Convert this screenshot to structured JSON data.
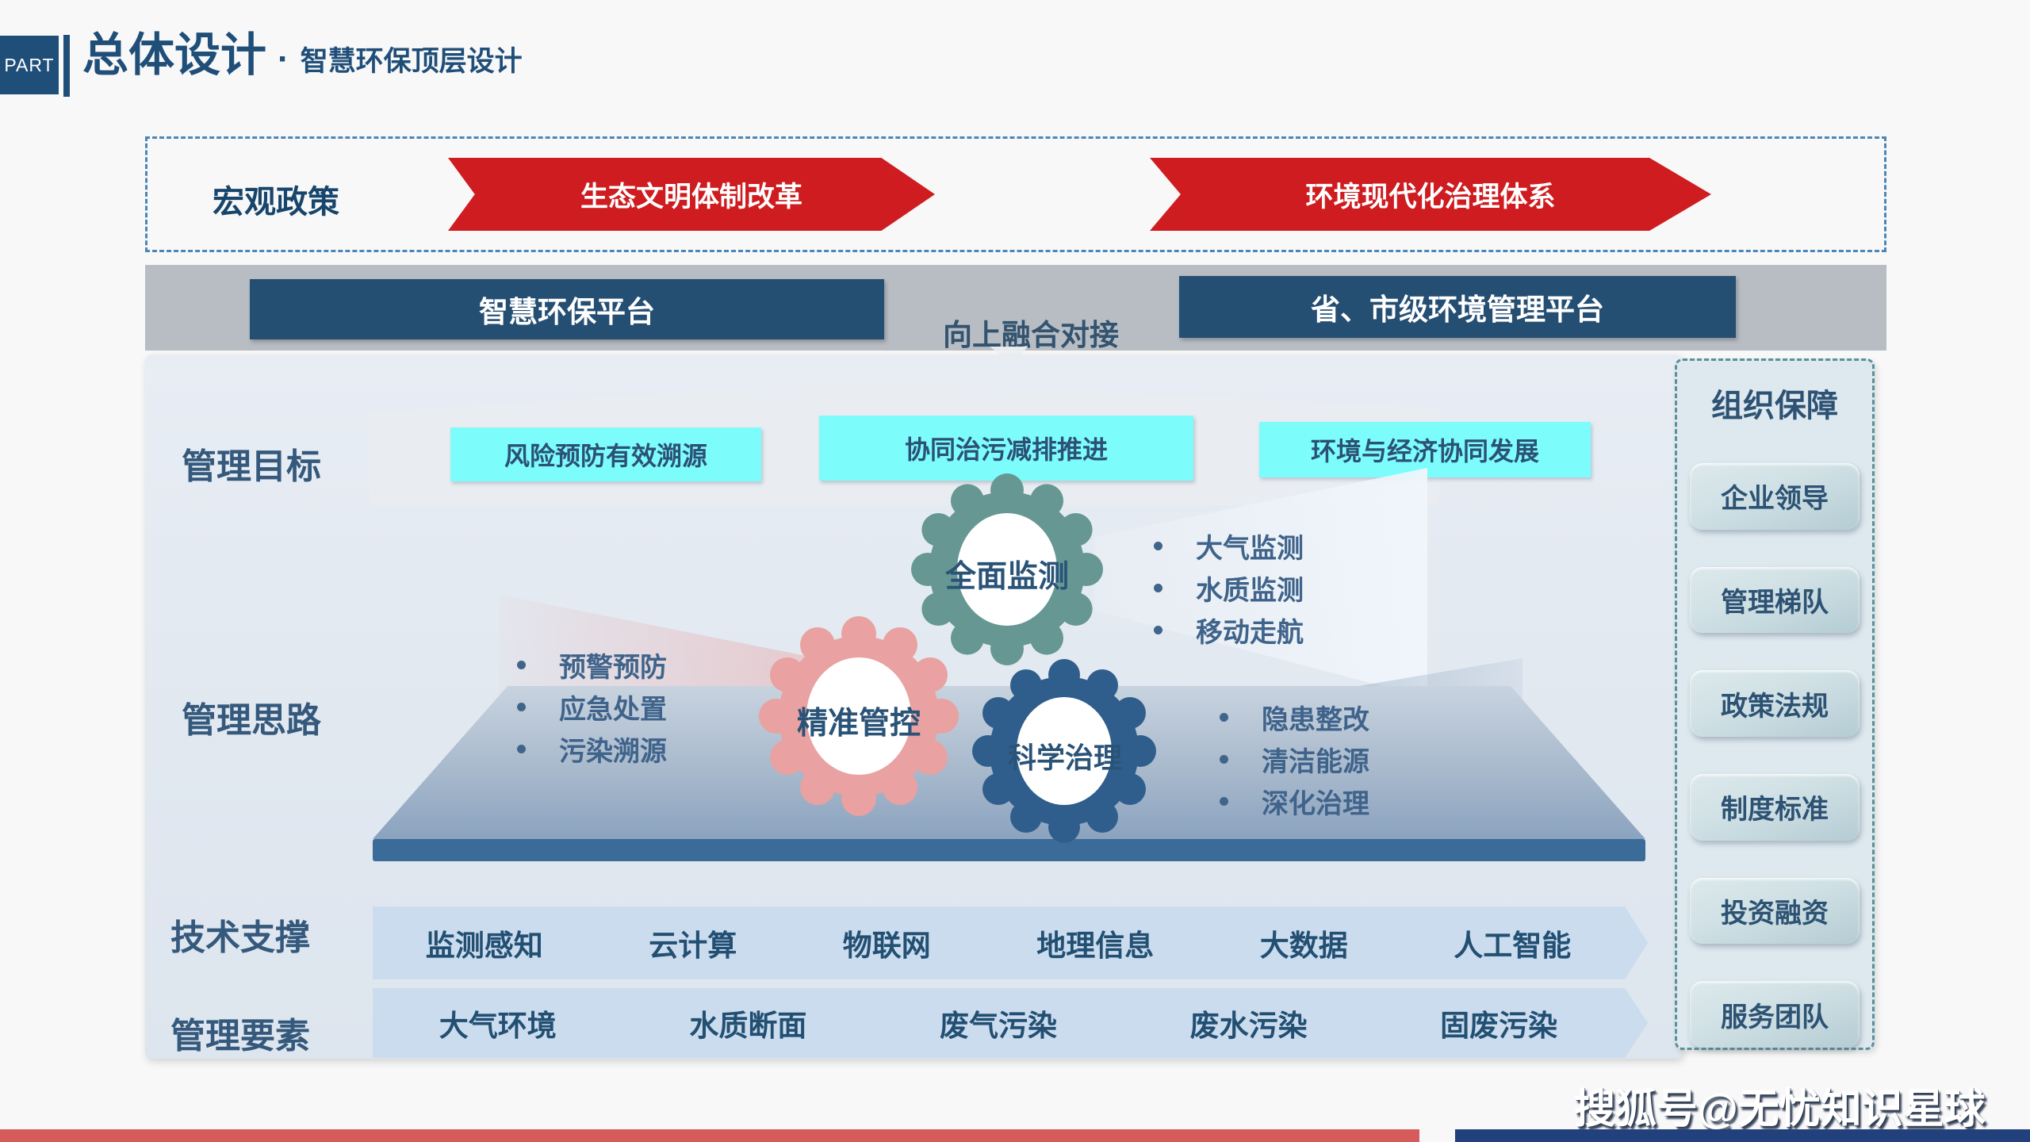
{
  "header": {
    "part": "PART",
    "title": "总体设计",
    "dot": "·",
    "subtitle": "智慧环保顶层设计"
  },
  "policy": {
    "label": "宏观政策",
    "arrow1": "生态文明体制改革",
    "arrow2": "环境现代化治理体系"
  },
  "platform": {
    "left_box": "智慧环保平台",
    "link_text": "向上融合对接",
    "right_box": "省、市级环境管理平台"
  },
  "goals": {
    "label": "管理目标",
    "items": [
      "风险预防有效溯源",
      "协同治污减排推进",
      "环境与经济协同发展"
    ]
  },
  "approach": {
    "label": "管理思路",
    "gears": [
      {
        "name": "全面监测",
        "bullets": [
          "大气监测",
          "水质监测",
          "移动走航"
        ]
      },
      {
        "name": "精准管控",
        "bullets": [
          "预警预防",
          "应急处置",
          "污染溯源"
        ]
      },
      {
        "name": "科学治理",
        "bullets": [
          "隐患整改",
          "清洁能源",
          "深化治理"
        ]
      }
    ]
  },
  "tech": {
    "label": "技术支撑",
    "items": [
      "监测感知",
      "云计算",
      "物联网",
      "地理信息",
      "大数据",
      "人工智能"
    ]
  },
  "elements": {
    "label": "管理要素",
    "items": [
      "大气环境",
      "水质断面",
      "废气污染",
      "废水污染",
      "固废污染"
    ]
  },
  "org": {
    "title": "组织保障",
    "items": [
      "企业领导",
      "管理梯队",
      "政策法规",
      "制度标准",
      "投资融资",
      "服务团队"
    ]
  },
  "watermark": "搜狐号@无忧知识星球",
  "colors": {
    "navy": "#1f4e79",
    "accent_red": "#ce1c20",
    "cyan": "#7dfcfc",
    "teal_gear": "#669792",
    "pink_gear": "#e9a1a1",
    "blue_gear": "#305e8c",
    "band_blue": "#cbdcee",
    "footer_red": "#d65c5c",
    "footer_navy": "#22407c"
  }
}
